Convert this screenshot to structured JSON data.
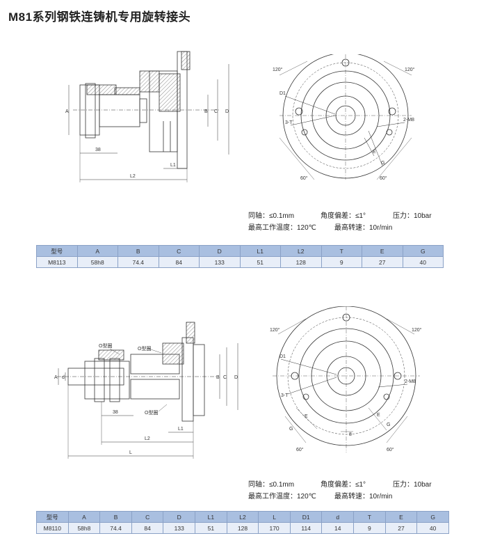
{
  "title": "M81系列钢铁连铸机专用旋转接头",
  "section1": {
    "labels": {
      "A": "A",
      "B": "B",
      "C": "C",
      "D": "D",
      "L1": "L1",
      "L2": "L2",
      "dim38": "38",
      "a120l": "120°",
      "a120r": "120°",
      "a60l": "60°",
      "a60r": "60°",
      "D1": "D1",
      "M8": "2-M8",
      "T": "3-T",
      "E": "E",
      "G": "G"
    },
    "specs": {
      "coax": "同轴：≤0.1mm",
      "angle": "角度偏差：≤1°",
      "pressure": "压力：10bar",
      "temp": "最高工作温度：120℃",
      "speed": "最高转速：10r/min"
    },
    "table": {
      "headers": [
        "型号",
        "A",
        "B",
        "C",
        "D",
        "L1",
        "L2",
        "T",
        "E",
        "G"
      ],
      "rows": [
        [
          "M8113",
          "58h8",
          "74.4",
          "84",
          "133",
          "51",
          "128",
          "9",
          "27",
          "40"
        ]
      ]
    }
  },
  "section2": {
    "labels": {
      "oring1": "O型圈",
      "oring2": "O型圈",
      "oring3": "O型圈",
      "A": "A",
      "d": "d",
      "B": "B",
      "C": "C",
      "D": "D",
      "L": "L",
      "L1": "L1",
      "L2": "L2",
      "dim38": "38",
      "a120l": "120°",
      "a120r": "120°",
      "a60l": "60°",
      "a60r": "60°",
      "D1": "D1",
      "M8": "2-M8",
      "T": "3-T",
      "E": "E",
      "G": "G",
      "G2": "G",
      "E2": "E",
      "n8": "8"
    },
    "specs": {
      "coax": "同轴：≤0.1mm",
      "angle": "角度偏差：≤1°",
      "pressure": "压力：10bar",
      "temp": "最高工作温度：120℃",
      "speed": "最高转速：10r/min"
    },
    "table": {
      "headers": [
        "型号",
        "A",
        "B",
        "C",
        "D",
        "L1",
        "L2",
        "L",
        "D1",
        "d",
        "T",
        "E",
        "G"
      ],
      "rows": [
        [
          "M8110",
          "58h8",
          "74.4",
          "84",
          "133",
          "51",
          "128",
          "170",
          "114",
          "14",
          "9",
          "27",
          "40"
        ]
      ]
    }
  }
}
